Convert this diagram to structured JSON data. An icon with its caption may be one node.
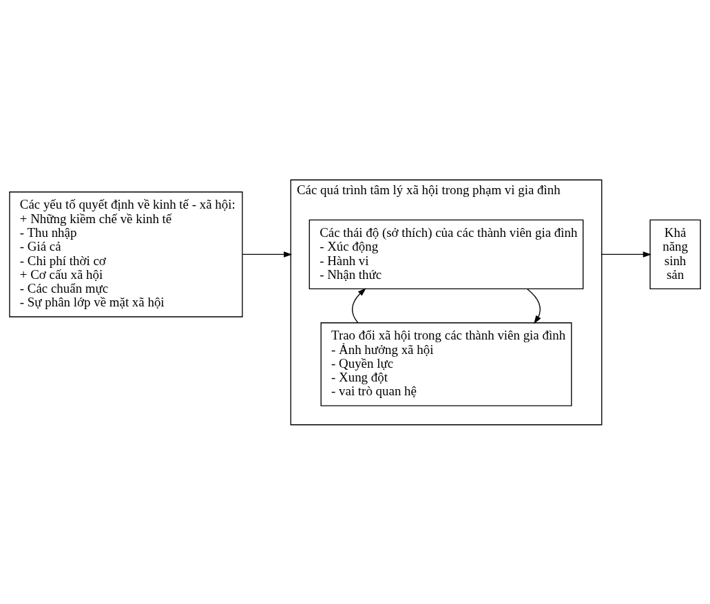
{
  "diagram": {
    "nodes": [
      {
        "text": [
          "Các yếu tố quyết định về kinh tế - xã hội:",
          "+ Những kiềm chế về kinh tế",
          "- Thu nhập",
          "- Giá cả",
          "- Chi phí thời cơ",
          "+ Cơ cấu xã hội",
          "- Các chuẩn mực",
          "- Sự phân lớp về mặt xã hội"
        ]
      },
      {
        "text": [
          "Các quá trình tâm lý xã hội trong phạm vi gia đình"
        ]
      },
      {
        "text": [
          "Các thái độ (sở thích) của các thành viên gia đình",
          "- Xúc động",
          "- Hành vi",
          "- Nhận thức"
        ],
        "in": 1
      },
      {
        "text": [
          "Trao đổi xã hội trong các thành viên gia đình",
          "- Ảnh hưởng xã hội",
          "- Quyền lực",
          "- Xung đột",
          "- vai trò quan hệ"
        ],
        "in": 1
      },
      {
        "text": [
          "Khả năng sinh sản"
        ]
      }
    ],
    "edges": [
      {
        "from": 0,
        "to": 1,
        "arrow": "to"
      },
      {
        "from": 2,
        "to": 3,
        "arrow": "to"
      },
      {
        "from": 3,
        "to": 2,
        "arrow": "to"
      },
      {
        "from": 1,
        "to": 4,
        "arrow": "to"
      }
    ]
  }
}
